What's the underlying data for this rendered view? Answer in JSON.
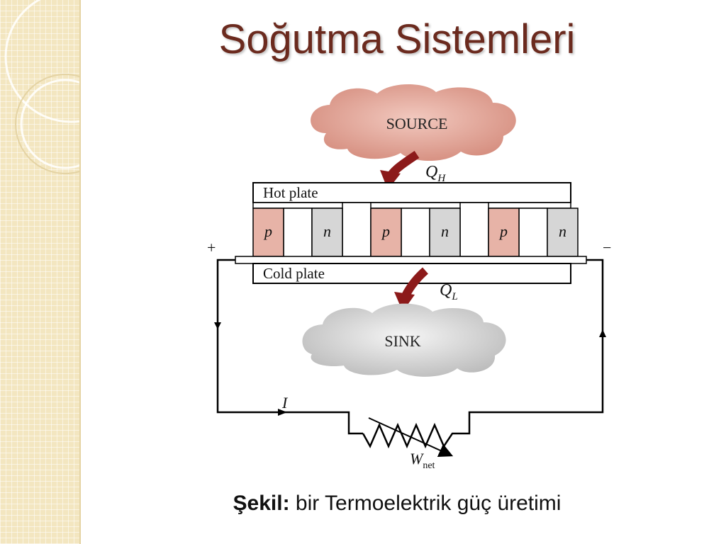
{
  "slide": {
    "title": "Soğutma Sistemleri",
    "caption_bold": "Şekil:",
    "caption_text": " bir Termoelektrik güç üretimi"
  },
  "diagram": {
    "source_label": "SOURCE",
    "sink_label": "SINK",
    "q_h": "Q",
    "q_h_sub": "H",
    "q_l": "Q",
    "q_l_sub": "L",
    "hot_plate_label": "Hot plate",
    "cold_plate_label": "Cold plate",
    "legs": [
      "p",
      "n",
      "p",
      "n",
      "p",
      "n"
    ],
    "plus_label": "+",
    "minus_label": "−",
    "current_label": "I",
    "work_label": "W",
    "work_sub": "net"
  },
  "colors": {
    "title": "#6b2a1e",
    "source_cloud": "#d9988a",
    "sink_cloud": "#c8c8c8",
    "arrow": "#8c1a1a",
    "p_leg": "#e7b3a7",
    "n_leg": "#d6d6d6"
  }
}
